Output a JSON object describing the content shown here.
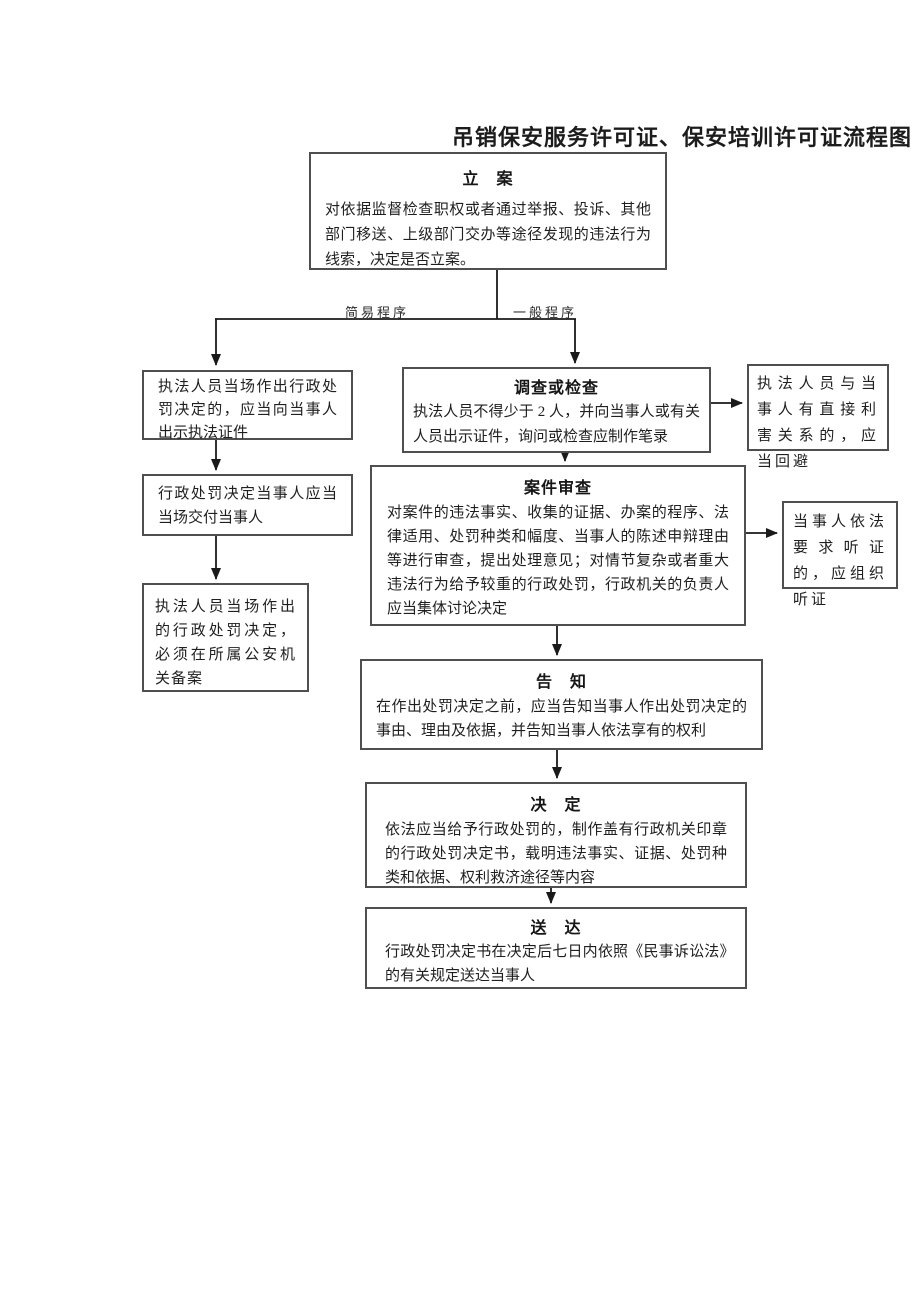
{
  "title": "吊销保安服务许可证、保安培训许可证流程图",
  "branch_labels": {
    "simple": "简易程序",
    "general": "一般程序"
  },
  "nodes": {
    "filing": {
      "title": "立　案",
      "body": "对依据监督检查职权或者通过举报、投诉、其他部门移送、上级部门交办等途径发现的违法行为线索，决定是否立案。"
    },
    "onsite_decision": {
      "body": "执法人员当场作出行政处罚决定的，应当向当事人出示执法证件"
    },
    "onsite_delivery": {
      "body": "行政处罚决定当事人应当当场交付当事人"
    },
    "onsite_filing_record": {
      "body": "执法人员当场作出的行政处罚决定，必须在所属公安机关备案"
    },
    "investigation": {
      "title": "调查或检查",
      "body": "执法人员不得少于 2 人，并向当事人或有关人员出示证件，询问或检查应制作笔录"
    },
    "recusal": {
      "body": "执法人员与当事人有直接利害关系的，应当回避"
    },
    "case_review": {
      "title": "案件审查",
      "body": "对案件的违法事实、收集的证据、办案的程序、法律适用、处罚种类和幅度、当事人的陈述申辩理由等进行审查，提出处理意见；对情节复杂或者重大违法行为给予较重的行政处罚，行政机关的负责人应当集体讨论决定"
    },
    "hearing": {
      "body": "当事人依法要求听证的，应组织听证"
    },
    "notification": {
      "title": "告　知",
      "body": "在作出处罚决定之前，应当告知当事人作出处罚决定的事由、理由及依据，并告知当事人依法享有的权利"
    },
    "decision": {
      "title": "决　定",
      "body": "依法应当给予行政处罚的，制作盖有行政机关印章的行政处罚决定书，载明违法事实、证据、处罚种类和依据、权利救济途径等内容"
    },
    "delivery": {
      "title": "送　达",
      "body": "行政处罚决定书在决定后七日内依照《民事诉讼法》的有关规定送达当事人"
    }
  },
  "colors": {
    "background": "#ffffff",
    "box_border": "#4f4f4f",
    "line": "#1a1a1a",
    "text": "#1f1f1f"
  }
}
